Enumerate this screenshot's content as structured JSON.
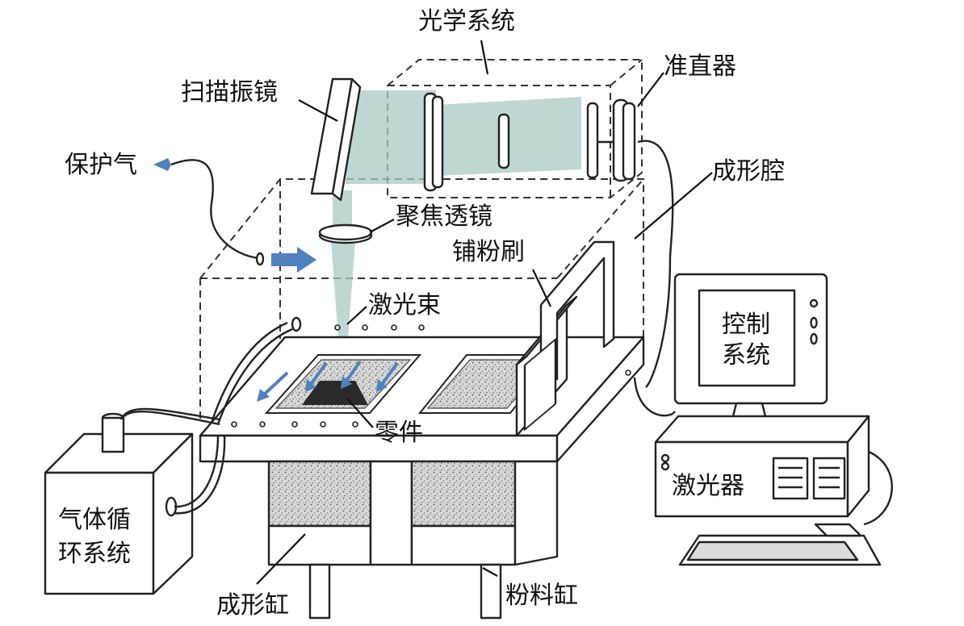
{
  "labels": {
    "optical_system": "光学系统",
    "collimator": "准直器",
    "scan_galvo": "扫描振镜",
    "shield_gas": "保护气",
    "forming_chamber": "成形腔",
    "focus_lens": "聚焦透镜",
    "recoater_brush": "铺粉刷",
    "laser_beam": "激光束",
    "control_system_line1": "控制",
    "control_system_line2": "系统",
    "part": "零件",
    "laser": "激光器",
    "gas_circulation_line1": "气体循",
    "gas_circulation_line2": "环系统",
    "build_cylinder": "成形缸",
    "powder_cylinder": "粉料缸"
  },
  "colors": {
    "beam": "#a9c9c3",
    "gas_flow": "#4f81bd",
    "part": "#2a2a2a"
  }
}
